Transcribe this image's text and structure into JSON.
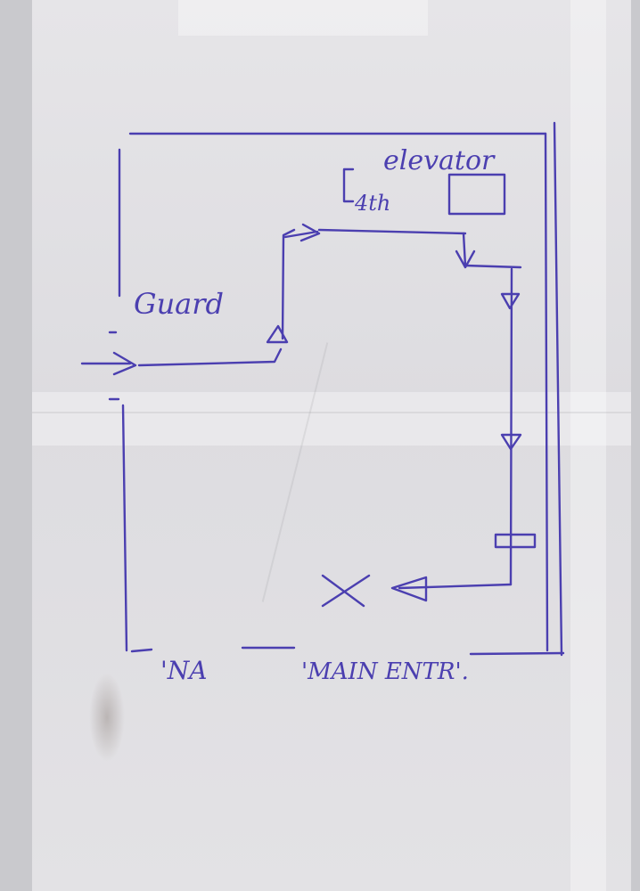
{
  "diagram": {
    "labels": {
      "elevator": "elevator",
      "floor": "4th",
      "guard": "Guard",
      "na": "'NA",
      "main_entrance": "'MAIN ENTR'."
    }
  },
  "colors": {
    "ink": "#4b3fb0",
    "paper": "#e2e1e4",
    "background": "#c9c9cd"
  }
}
